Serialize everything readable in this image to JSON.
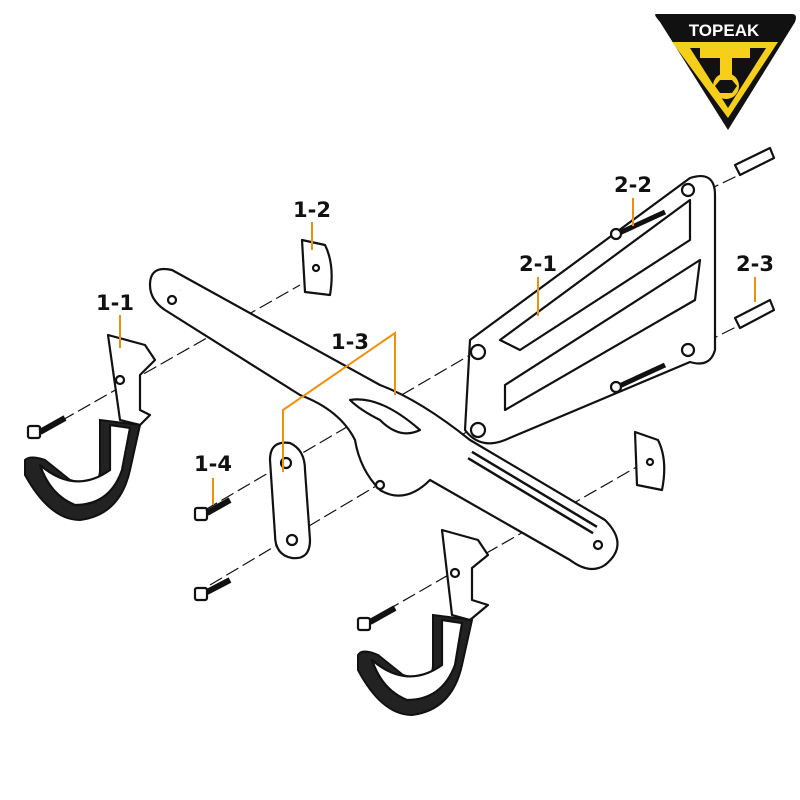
{
  "logo": {
    "text": "TOPEAK",
    "colors": {
      "black": "#111111",
      "yellow": "#f5cf1a",
      "white": "#ffffff"
    }
  },
  "accent_color": "#f0900a",
  "labels": {
    "p1_1": "1-1",
    "p1_2": "1-2",
    "p1_3": "1-3",
    "p1_4": "1-4",
    "p2_1": "2-1",
    "p2_2": "2-2",
    "p2_3": "2-3"
  }
}
